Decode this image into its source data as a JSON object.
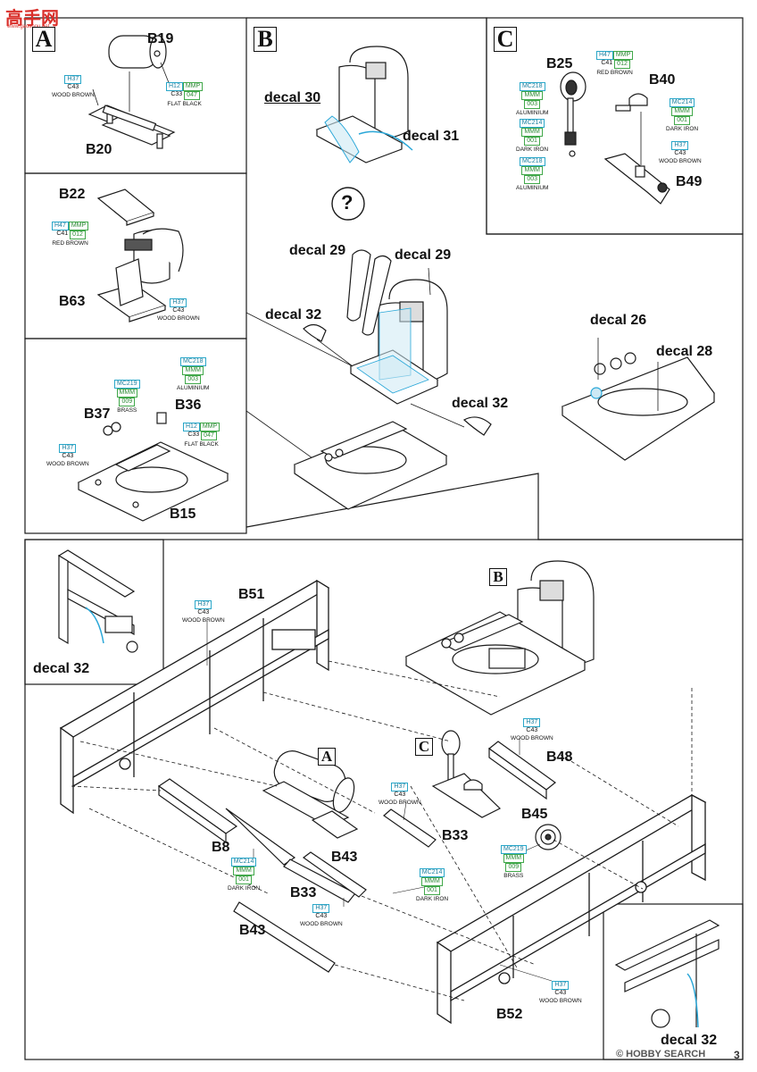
{
  "watermark_top": "高手网",
  "watermark_top_sub": "www.gaoshou.net",
  "watermark_bottom": "© HOBBY SEARCH",
  "page_number": "3",
  "sections": {
    "A": "A",
    "B": "B",
    "C": "C"
  },
  "parts": {
    "B19": "B19",
    "B20": "B20",
    "B22": "B22",
    "B63": "B63",
    "B37": "B37",
    "B36": "B36",
    "B15": "B15",
    "B25": "B25",
    "B40": "B40",
    "B49": "B49",
    "B51": "B51",
    "B48": "B48",
    "B45": "B45",
    "B33a": "B33",
    "B33b": "B33",
    "B8": "B8",
    "B43a": "B43",
    "B43b": "B43",
    "B52": "B52"
  },
  "decals": {
    "d30": "decal 30",
    "d31": "decal 31",
    "d29a": "decal 29",
    "d29b": "decal 29",
    "d32a": "decal 32",
    "d32b": "decal 32",
    "d26": "decal 26",
    "d28": "decal 28",
    "d32c": "decal 32",
    "d32d": "decal 32"
  },
  "question_mark": "?",
  "paints": {
    "h37": {
      "h": "H37",
      "c": "C43",
      "name": "WOOD BROWN"
    },
    "h12": {
      "h": "H12",
      "mmp": "MMP",
      "c": "C33",
      "num": "047",
      "name": "FLAT BLACK"
    },
    "h47": {
      "h": "H47",
      "mmp": "MMP",
      "c": "C41",
      "num": "012",
      "name": "RED BROWN"
    },
    "mc218": {
      "mc": "MC218",
      "mmm": "MMM",
      "num": "003",
      "name": "ALUMINIUM"
    },
    "mc219": {
      "mc": "MC219",
      "mmm": "MMM",
      "num": "009",
      "name": "BRASS"
    },
    "mc214": {
      "mc": "MC214",
      "mmm": "MMM",
      "num": "001",
      "name": "DARK IRON"
    }
  },
  "colors": {
    "line": "#1a1a1a",
    "decal_blue": "#2aa7d8",
    "paint_blue": "#2aa7c9",
    "paint_green": "#41a84a"
  }
}
